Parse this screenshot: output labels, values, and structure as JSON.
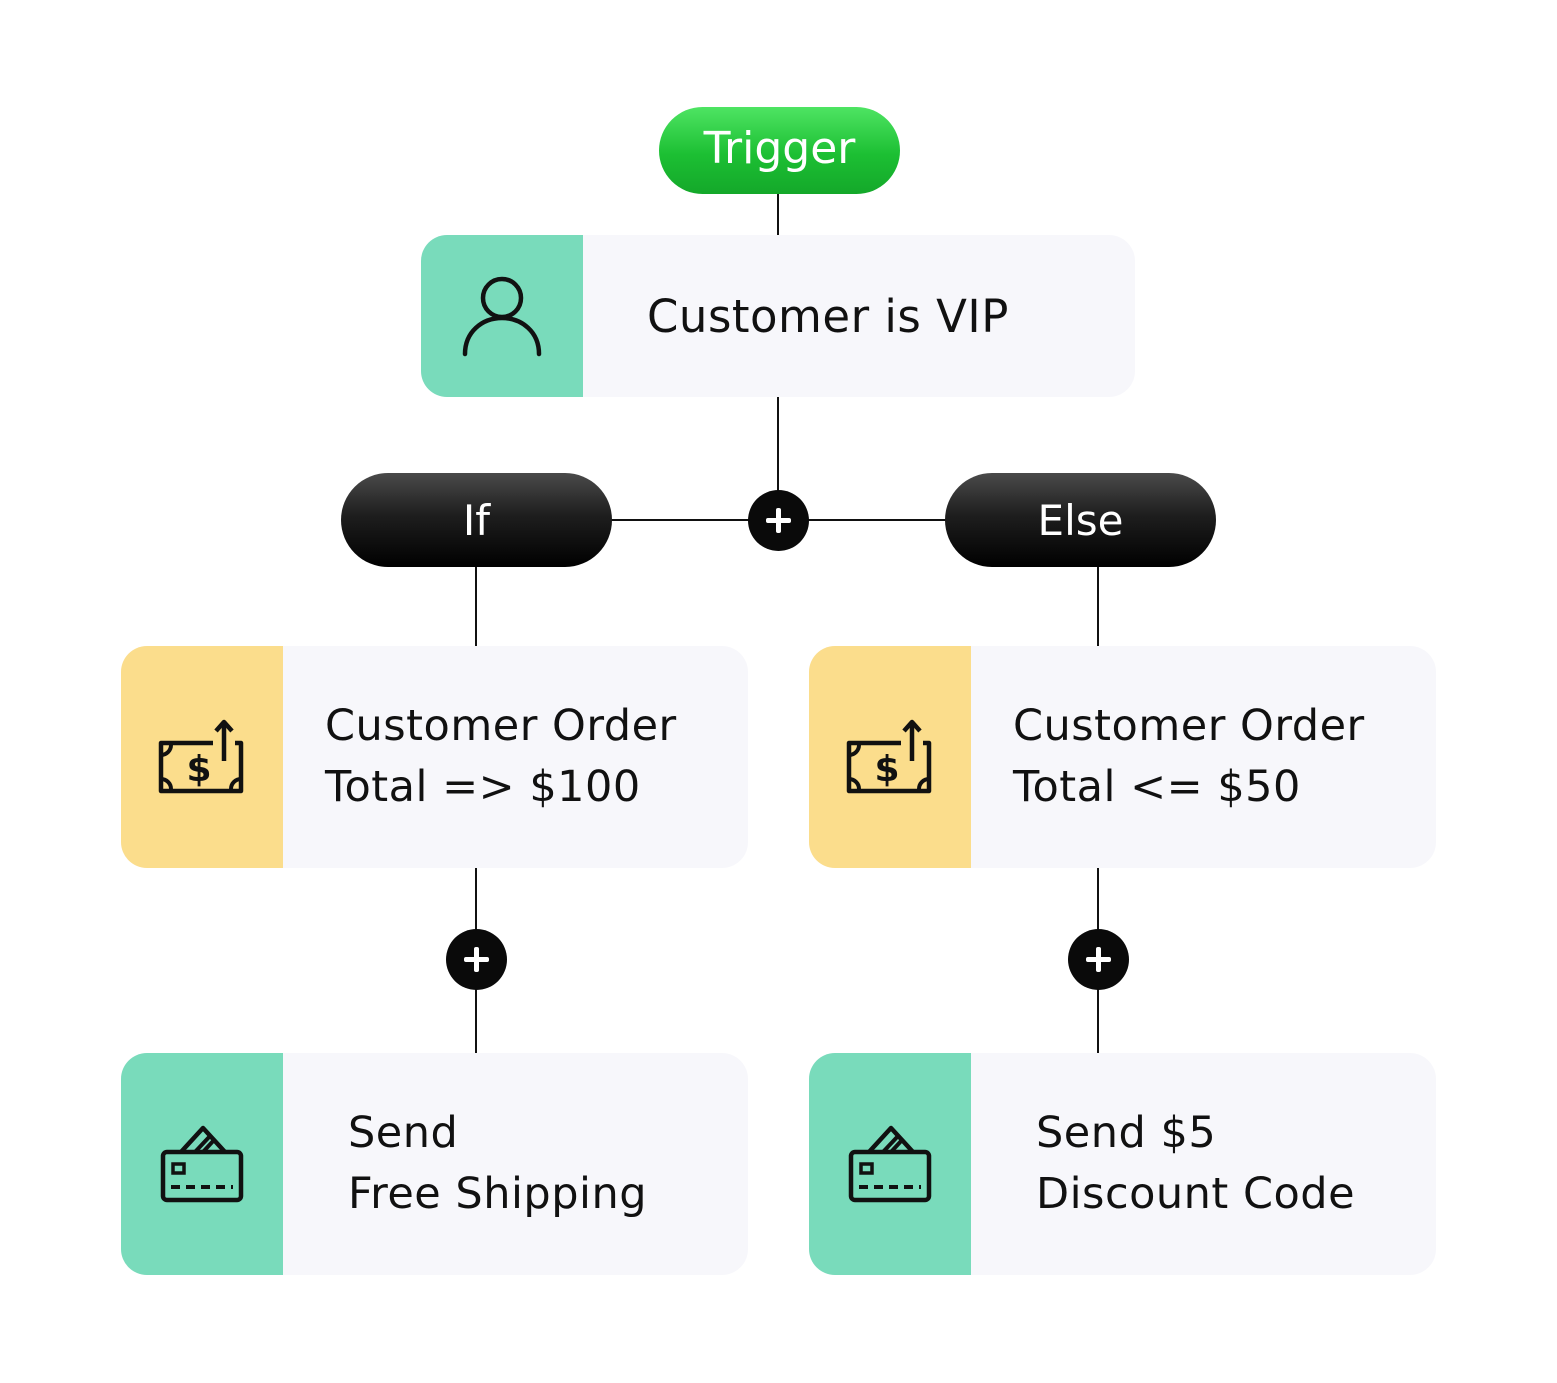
{
  "trigger": {
    "label": "Trigger"
  },
  "nodes": {
    "vip": {
      "label": "Customer is VIP",
      "icon": "user-icon"
    },
    "if_condition": {
      "line1": "Customer Order",
      "line2": "Total => $100",
      "icon": "money-up-icon"
    },
    "else_condition": {
      "line1": "Customer Order",
      "line2": "Total <= $50",
      "icon": "money-up-icon"
    },
    "if_action": {
      "line1": "Send",
      "line2": "Free Shipping",
      "icon": "credit-card-icon"
    },
    "else_action": {
      "line1": "Send $5",
      "line2": "Discount Code",
      "icon": "credit-card-icon"
    }
  },
  "branches": {
    "if_label": "If",
    "else_label": "Else"
  },
  "colors": {
    "trigger": "#1cbf33",
    "action_icon_bg": "#79dbbb",
    "condition_icon_bg": "#fbdd8c",
    "card_bg": "#f7f7fb",
    "branch_pill": "#111111"
  }
}
